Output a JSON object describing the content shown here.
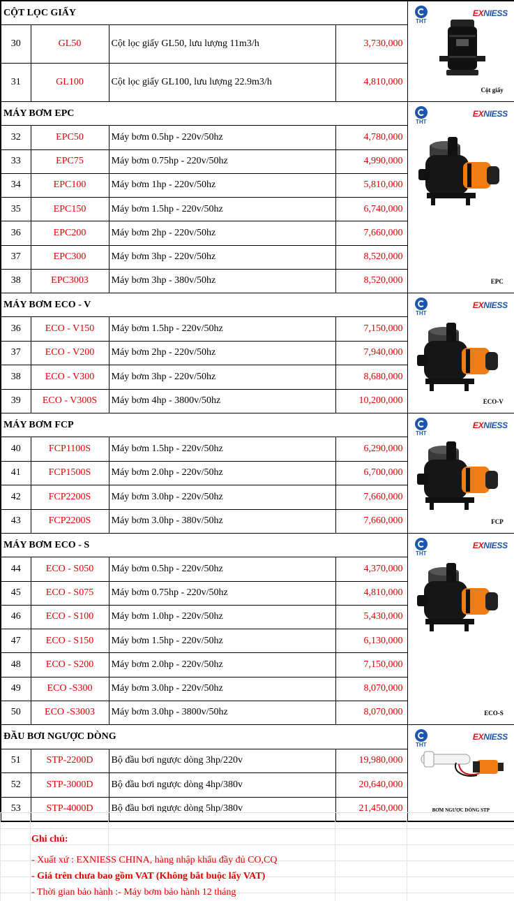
{
  "sections": [
    {
      "title": "CỘT LỌC GIẤY",
      "rows": [
        {
          "no": "30",
          "code": "GL50",
          "desc": "Cột lọc giấy GL50, lưu lượng 11m3/h",
          "price": "3,730,000"
        },
        {
          "no": "31",
          "code": "GL100",
          "desc": "Cột lọc giấy GL100, lưu lượng 22.9m3/h",
          "price": "4,810,000"
        }
      ],
      "image": {
        "left_brand": "THT",
        "right_brand_accent": "EX",
        "right_brand_rest": "NIESS",
        "caption": "Cột giấy",
        "icon": "cartridge-filter-icon"
      }
    },
    {
      "title": "MÁY BƠM EPC",
      "rows": [
        {
          "no": "32",
          "code": "EPC50",
          "desc": "Máy bơm 0.5hp - 220v/50hz",
          "price": "4,780,000"
        },
        {
          "no": "33",
          "code": "EPC75",
          "desc": "Máy bơm  0.75hp -  220v/50hz",
          "price": "4,990,000"
        },
        {
          "no": "34",
          "code": "EPC100",
          "desc": "Máy bơm 1hp - 220v/50hz",
          "price": "5,810,000"
        },
        {
          "no": "35",
          "code": "EPC150",
          "desc": "Máy bơm 1.5hp -  220v/50hz",
          "price": "6,740,000"
        },
        {
          "no": "36",
          "code": "EPC200",
          "desc": "Máy bơm 2hp - 220v/50hz",
          "price": "7,660,000"
        },
        {
          "no": "37",
          "code": "EPC300",
          "desc": "Máy bơm 3hp -  220v/50hz",
          "price": "8,520,000"
        },
        {
          "no": "38",
          "code": "EPC3003",
          "desc": "Máy bơm 3hp -  380v/50hz",
          "price": "8,520,000"
        }
      ],
      "image": {
        "left_brand": "THT",
        "right_brand_accent": "EX",
        "right_brand_rest": "NIESS",
        "caption": "EPC",
        "icon": "pool-pump-icon"
      }
    },
    {
      "title": "MÁY BƠM ECO - V",
      "rows": [
        {
          "no": "36",
          "code": "ECO - V150",
          "desc": "Máy bơm 1.5hp -  220v/50hz",
          "price": "7,150,000"
        },
        {
          "no": "37",
          "code": "ECO - V200",
          "desc": "Máy bơm 2hp - 220v/50hz",
          "price": "7,940,000"
        },
        {
          "no": "38",
          "code": "ECO - V300",
          "desc": "Máy bơm 3hp - 220v/50hz",
          "price": "8,680,000"
        },
        {
          "no": "39",
          "code": "ECO - V300S",
          "desc": "Máy bơm 4hp - 3800v/50hz",
          "price": "10,200,000"
        }
      ],
      "image": {
        "left_brand": "THT",
        "right_brand_accent": "EX",
        "right_brand_rest": "NIESS",
        "caption": "ECO-V",
        "icon": "pool-pump-icon"
      }
    },
    {
      "title": "MÁY BƠM FCP",
      "rows": [
        {
          "no": "40",
          "code": "FCP1100S",
          "desc": "Máy bơm 1.5hp -  220v/50hz",
          "price": "6,290,000"
        },
        {
          "no": "41",
          "code": "FCP1500S",
          "desc": "Máy bơm 2.0hp -  220v/50hz",
          "price": "6,700,000"
        },
        {
          "no": "42",
          "code": "FCP2200S",
          "desc": "Máy bơm 3.0hp -  220v/50hz",
          "price": "7,660,000"
        },
        {
          "no": "43",
          "code": "FCP2200S",
          "desc": "Máy bơm 3.0hp -  380v/50hz",
          "price": "7,660,000"
        }
      ],
      "image": {
        "left_brand": "THT",
        "right_brand_accent": "EX",
        "right_brand_rest": "NIESS",
        "caption": "FCP",
        "icon": "pool-pump-icon"
      }
    },
    {
      "title": "MÁY BƠM ECO - S",
      "rows": [
        {
          "no": "44",
          "code": "ECO - S050",
          "desc": "Máy bơm 0.5hp -  220v/50hz",
          "price": "4,370,000"
        },
        {
          "no": "45",
          "code": "ECO - S075",
          "desc": "Máy bơm 0.75hp -  220v/50hz",
          "price": "4,810,000"
        },
        {
          "no": "46",
          "code": "ECO - S100",
          "desc": "Máy bơm 1.0hp -  220v/50hz",
          "price": "5,430,000"
        },
        {
          "no": "47",
          "code": "ECO - S150",
          "desc": "Máy bơm 1.5hp -  220v/50hz",
          "price": "6,130,000"
        },
        {
          "no": "48",
          "code": "ECO - S200",
          "desc": "Máy bơm 2.0hp -  220v/50hz",
          "price": "7,150,000"
        },
        {
          "no": "49",
          "code": "ECO -S300",
          "desc": "Máy bơm 3.0hp -  220v/50hz",
          "price": "8,070,000"
        },
        {
          "no": "50",
          "code": "ECO -S3003",
          "desc": "Máy bơm 3.0hp -  3800v/50hz",
          "price": "8,070,000"
        }
      ],
      "image": {
        "left_brand": "THT",
        "right_brand_accent": "EX",
        "right_brand_rest": "NIESS",
        "caption": "ECO-S",
        "icon": "pool-pump-icon"
      }
    },
    {
      "title": "ĐẦU BƠI NGƯỢC DÒNG",
      "rows": [
        {
          "no": "51",
          "code": "STP-2200D",
          "desc": "Bộ đầu bơi ngược dòng 3hp/220v",
          "price": "19,980,000"
        },
        {
          "no": "52",
          "code": "STP-3000D",
          "desc": "Bộ đầu bơi ngược dòng 4hp/380v",
          "price": "20,640,000"
        },
        {
          "no": "53",
          "code": "STP-4000D",
          "desc": "Bộ đầu bơi ngược dòng 5hp/380v",
          "price": "21,450,000"
        }
      ],
      "image": {
        "left_brand": "THT",
        "right_brand_accent": "EX",
        "right_brand_rest": "NIESS",
        "caption": "BƠM NGƯỢC DÒNG STP",
        "icon": "counter-current-unit-icon"
      }
    }
  ],
  "notes": {
    "title": "Ghi chú:",
    "lines": [
      "- Xuất xứ : EXNIESS CHINA, hàng nhập khẩu đầy đủ CO,CQ",
      "- Giá trên chưa bao gồm VAT  (Không bắt buộc lấy VAT)",
      "- Thời gian bảo hành :- Máy bơm bảo hành 12 tháng"
    ]
  },
  "colors": {
    "red_text": "#e00000",
    "brand_blue": "#1a56b0",
    "brand_red": "#d8141a",
    "pump_orange": "#f07d14"
  }
}
